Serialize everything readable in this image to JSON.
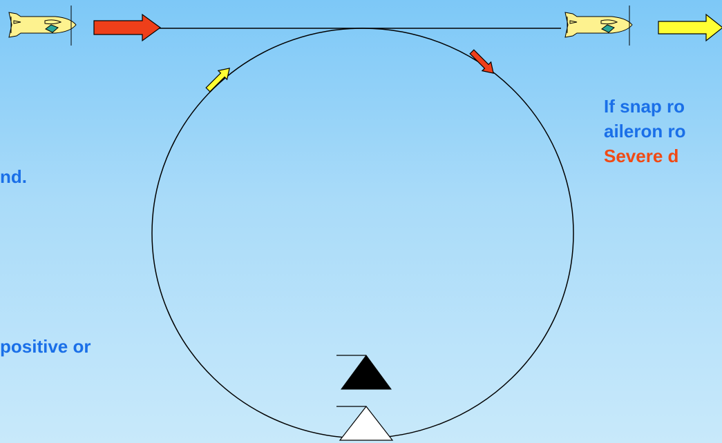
{
  "colors": {
    "text_blue": "#1a6fe8",
    "text_red": "#f04a14",
    "arrow_red": "#ee3f1a",
    "arrow_yellow": "#ffff33",
    "plane_body": "#fdf28f",
    "plane_canopy": "#2aa89a",
    "outline": "#000000"
  },
  "left_text": {
    "line1": "nd.",
    "line2": "positive or"
  },
  "right_text": {
    "line1": "If snap ro",
    "line2": "aileron ro",
    "line3": "Severe d"
  },
  "icons": {
    "plane_left": "airplane-icon",
    "plane_right": "airplane-icon",
    "arrow_top_left": "red-arrow-icon",
    "arrow_top_right": "yellow-arrow-icon",
    "arrow_loop_left": "yellow-arrow-icon",
    "arrow_loop_right": "red-arrow-icon",
    "triangle_filled": "filled-triangle-icon",
    "triangle_open": "open-triangle-icon"
  }
}
